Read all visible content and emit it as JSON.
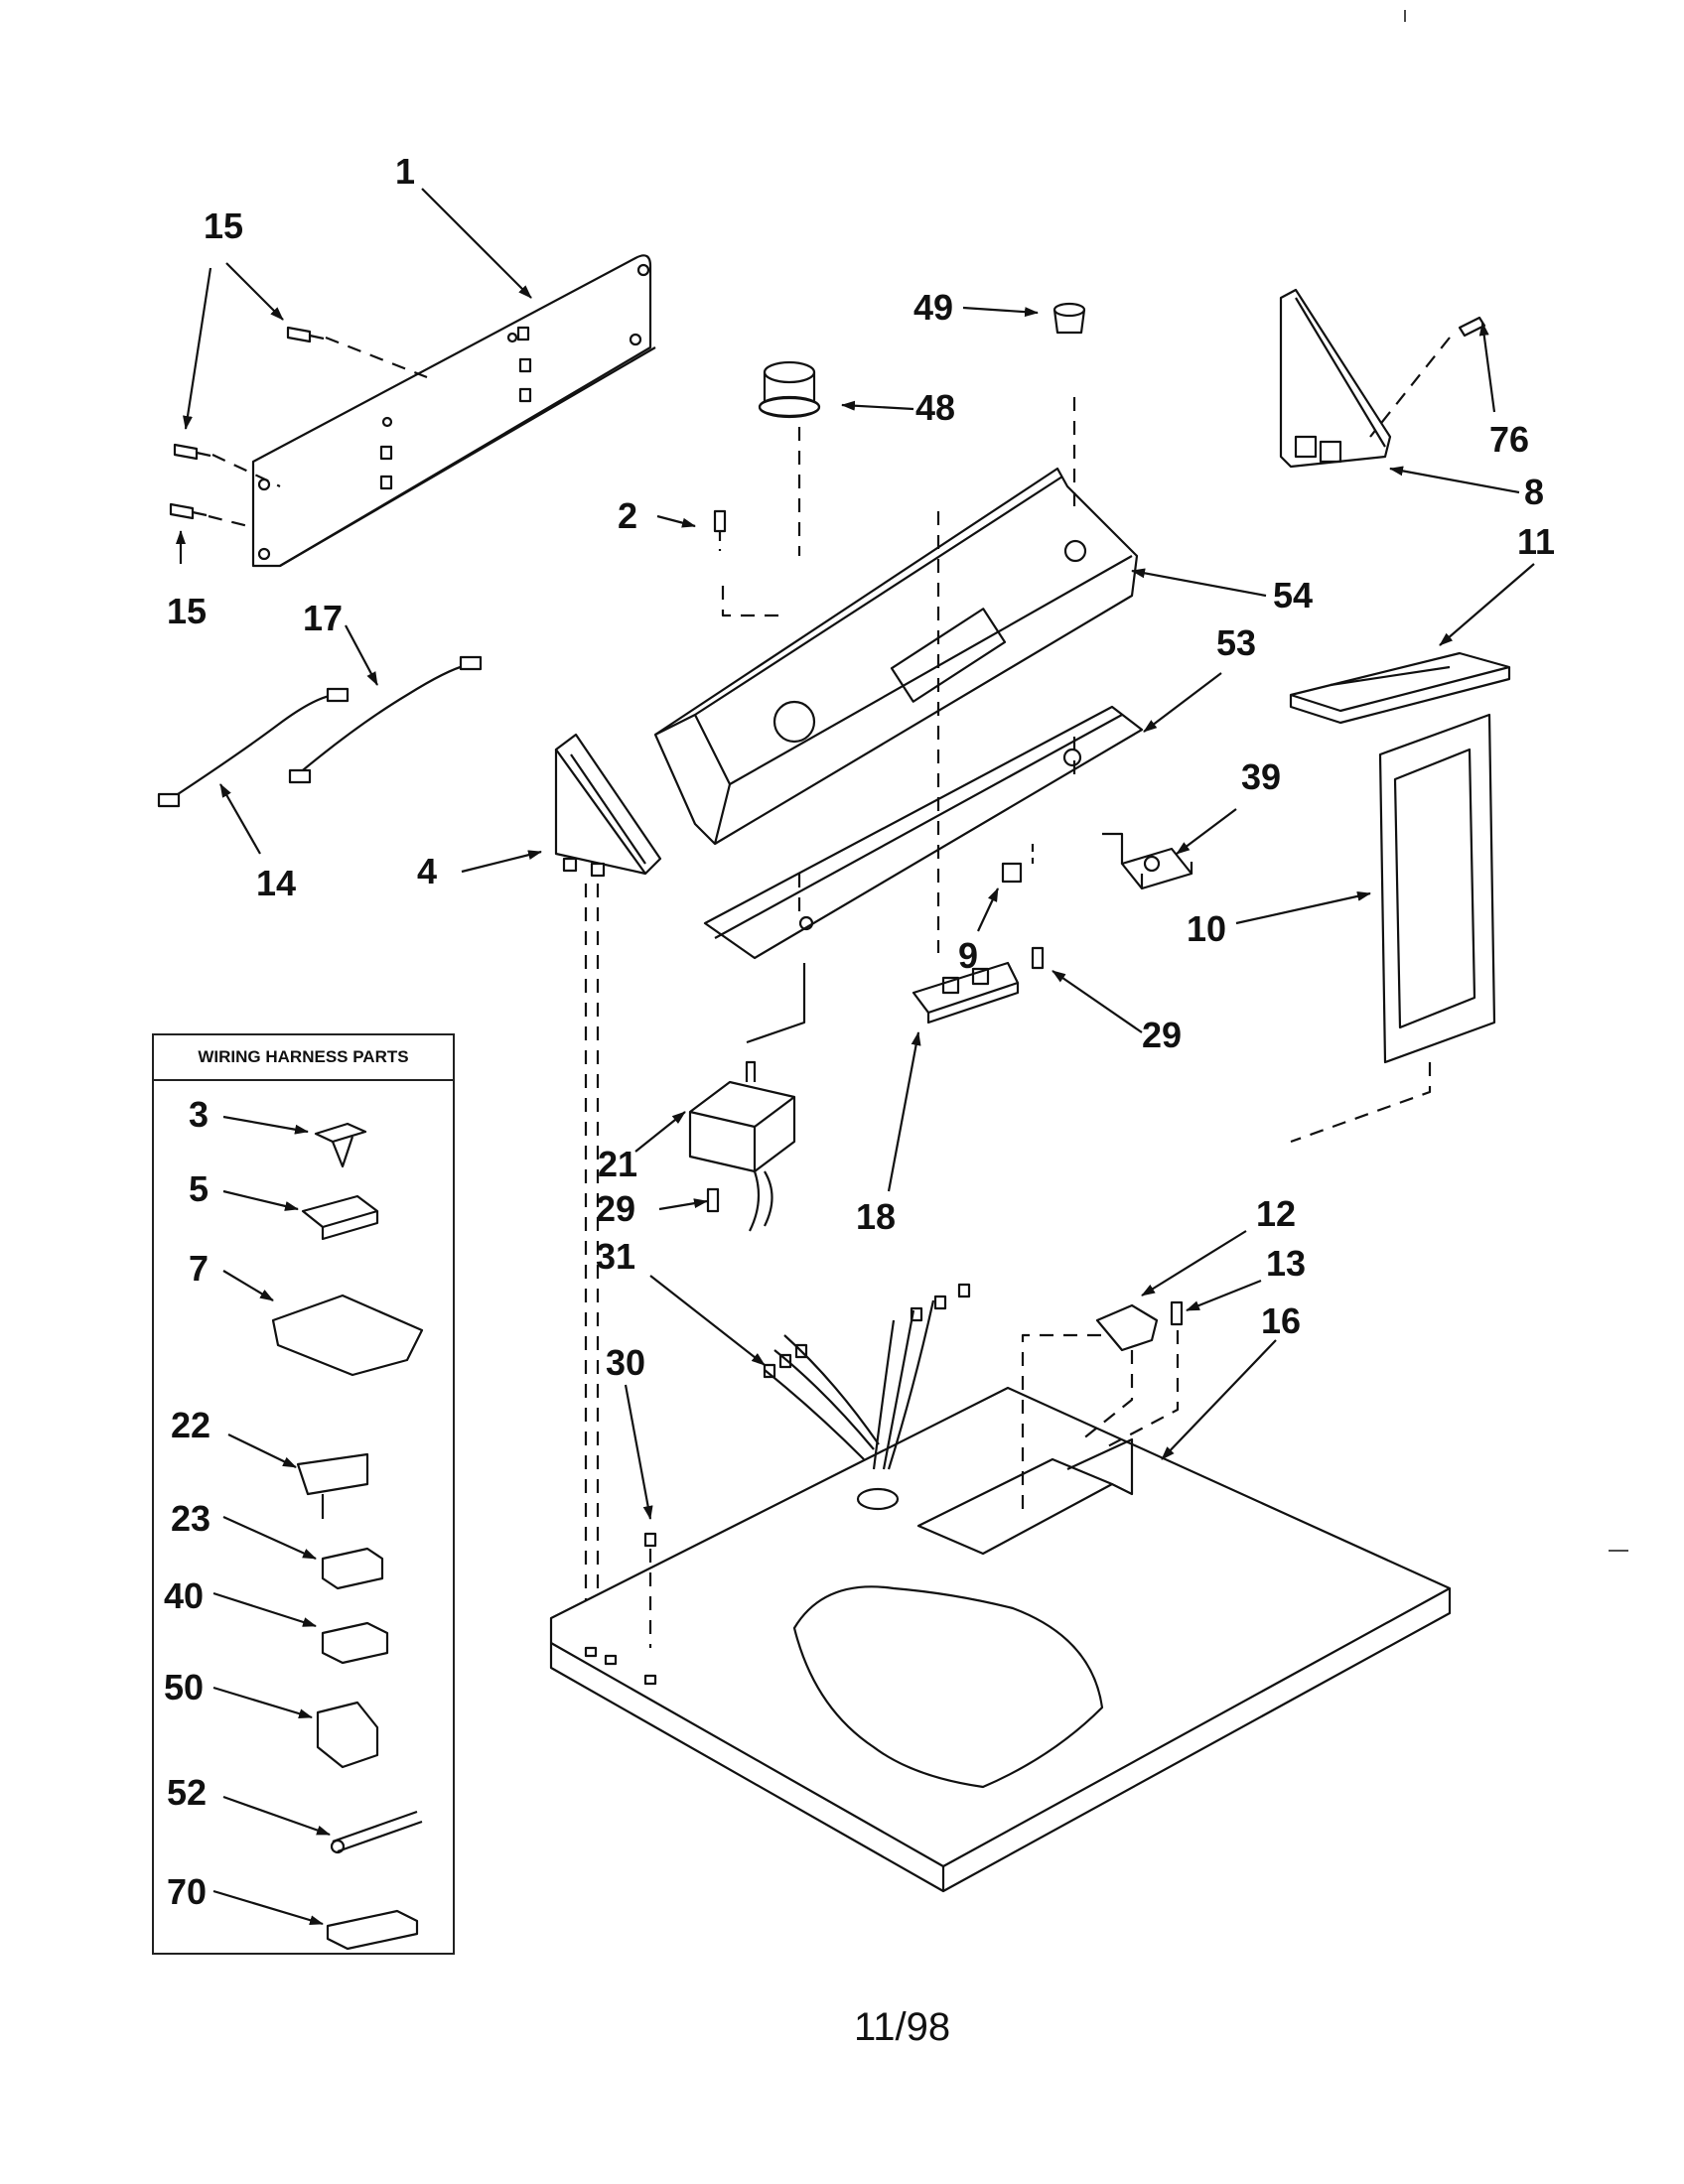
{
  "legend": {
    "title": "WIRING HARNESS PARTS",
    "items": [
      "3",
      "5",
      "7",
      "22",
      "23",
      "40",
      "50",
      "52",
      "70"
    ]
  },
  "callouts": {
    "c1": "1",
    "c15a": "15",
    "c15b": "15",
    "c17": "17",
    "c14": "14",
    "c4": "4",
    "c2": "2",
    "c48": "48",
    "c49": "49",
    "c76": "76",
    "c8": "8",
    "c11": "11",
    "c54": "54",
    "c53": "53",
    "c39": "39",
    "c10": "10",
    "c9": "9",
    "c29a": "29",
    "c21": "21",
    "c29b": "29",
    "c18": "18",
    "c31": "31",
    "c12": "12",
    "c13": "13",
    "c16": "16",
    "c30": "30"
  },
  "footer": {
    "date": "11/98"
  }
}
